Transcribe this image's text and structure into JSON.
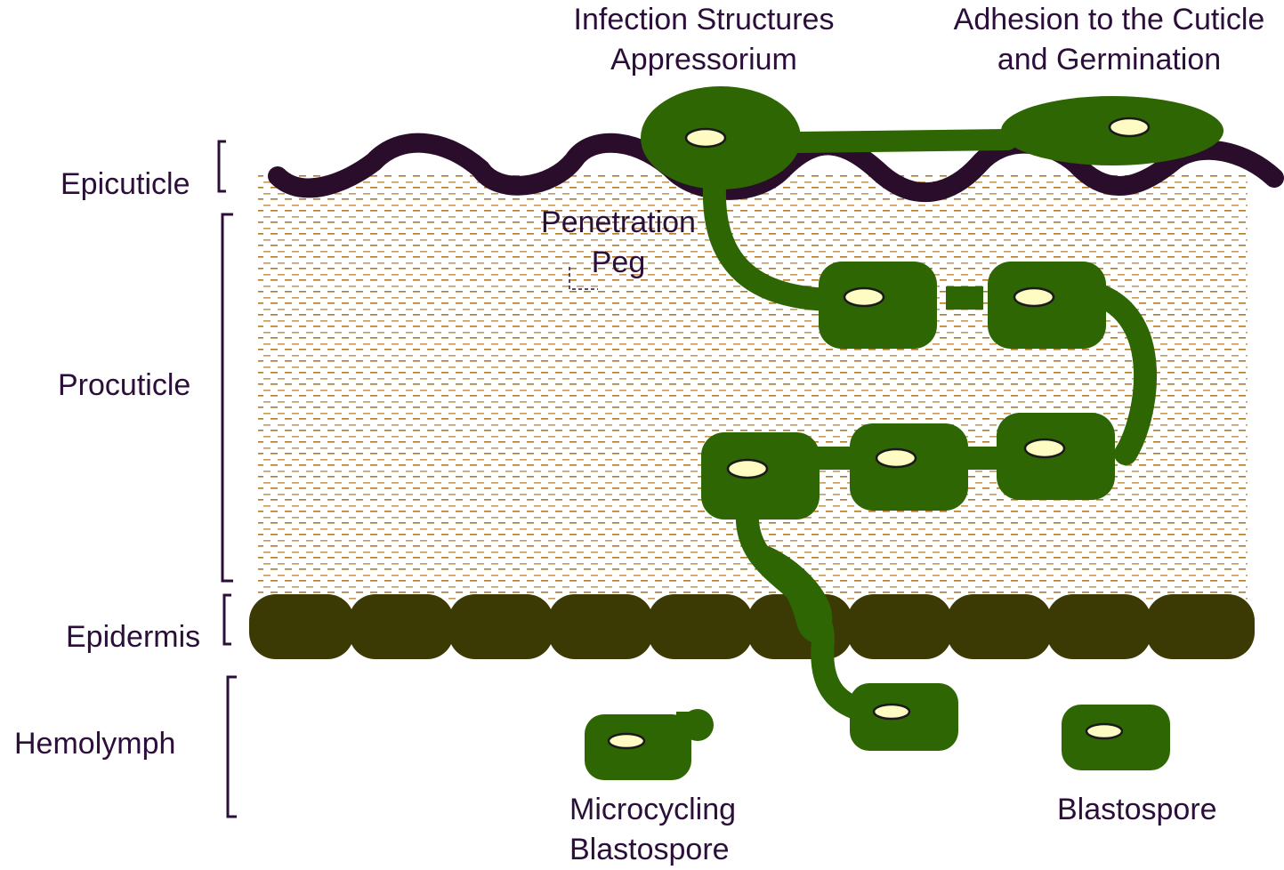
{
  "layers": {
    "epicuticle": "Epicuticle",
    "procuticle": "Procuticle",
    "epidermis": "Epidermis",
    "hemolymph": "Hemolymph"
  },
  "annotations": {
    "infection_line1": "Infection Structures",
    "infection_line2": "Appressorium",
    "adhesion_line1": "Adhesion to the Cuticle",
    "adhesion_line2": "and Germination",
    "penetration_line1": "Penetration",
    "penetration_line2": "Peg",
    "microcycling_line1": "Microcycling",
    "microcycling_line2": "Blastospore",
    "blastospore": "Blastospore"
  },
  "colors": {
    "fungus": "#2e6603",
    "nucleus": "#fefcc3",
    "epicuticle_line": "#2a0d2a",
    "epidermis": "#3b3a04",
    "procuticle_dash": "#b07a28",
    "bracket": "#2b0f3a",
    "text": "#2b0f3a"
  }
}
